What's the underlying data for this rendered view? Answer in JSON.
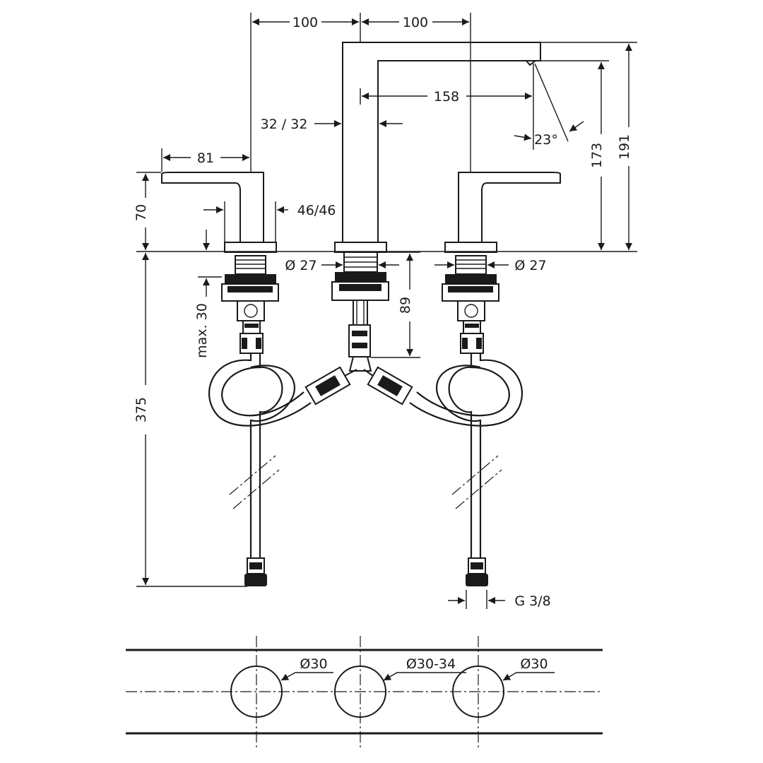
{
  "drawing": {
    "dimensions": {
      "spacing_left": "100",
      "spacing_right": "100",
      "handle_depth": "81",
      "spout_reach": "158",
      "spout_width": "32 / 32",
      "spout_angle": "23°",
      "outlet_height": "173",
      "total_height": "191",
      "handle_height": "70",
      "handle_width": "46/46",
      "shank_left": "Ø 27",
      "shank_right": "Ø 27",
      "shank_center_length": "89",
      "max_counter": "max. 30",
      "hose_length": "375",
      "connection": "G 3/8"
    },
    "holes": {
      "left": "Ø30",
      "center": "Ø30-34",
      "right": "Ø30"
    }
  }
}
